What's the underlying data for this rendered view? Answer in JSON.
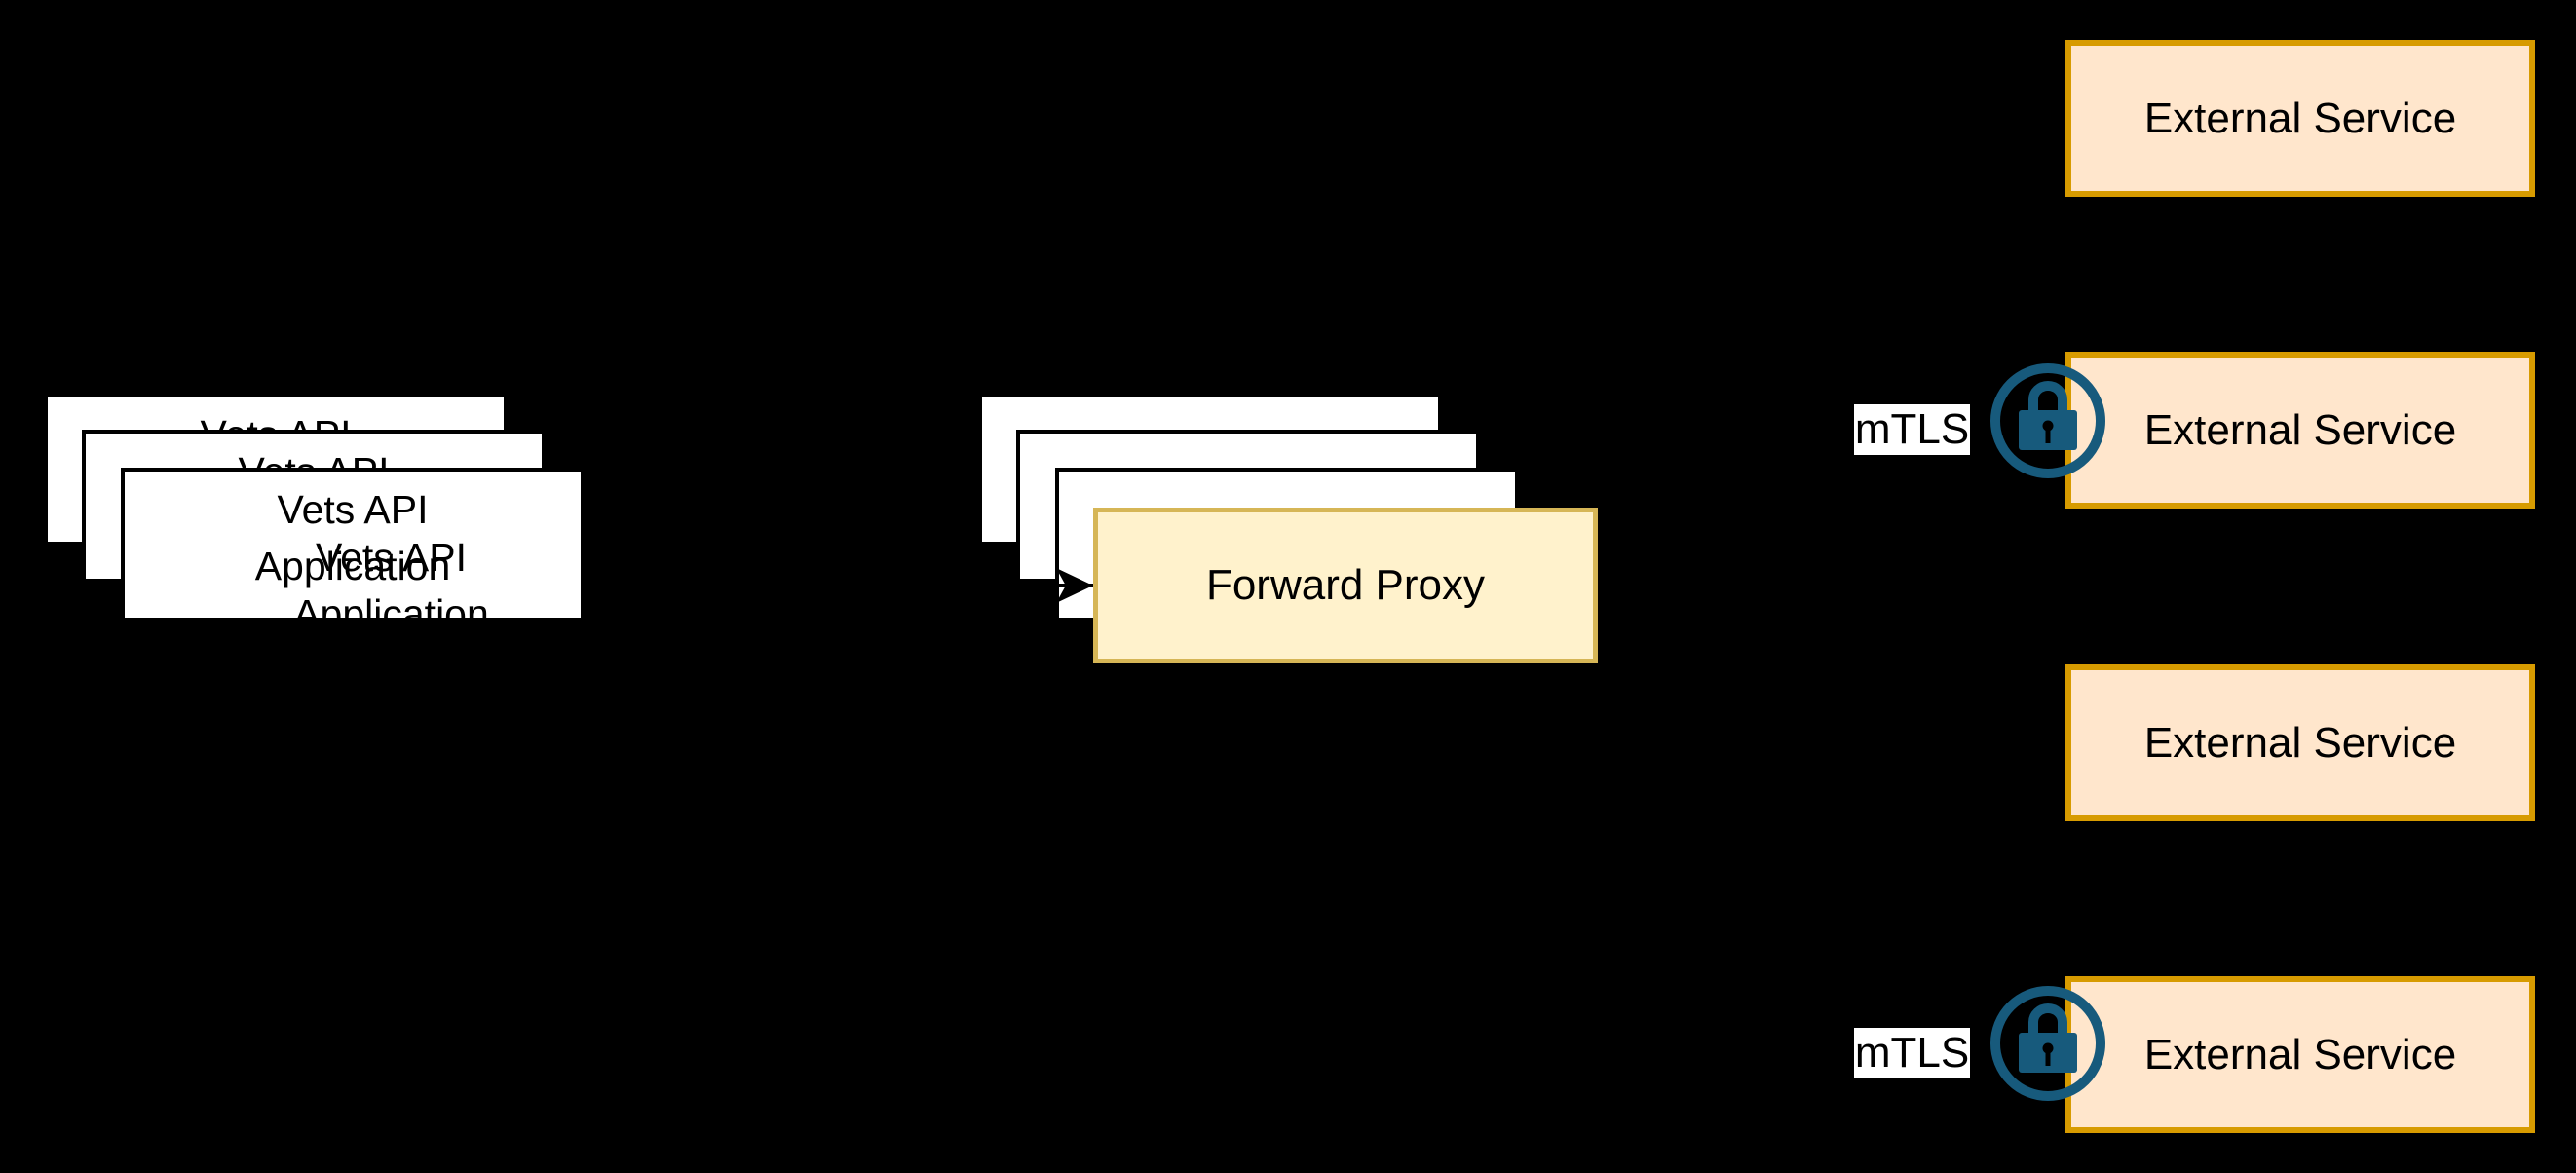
{
  "diagram": {
    "type": "architecture-diagram",
    "background": "#000000"
  },
  "stacks": {
    "vets": {
      "lines": [
        "Vets API",
        "Application"
      ],
      "replica_count": 3
    },
    "proxy": {
      "label": "Forward Proxy",
      "replica_count": 3
    }
  },
  "connector": {
    "from": "Vets API Application",
    "to": "Forward Proxy",
    "style": "black-arrow"
  },
  "external_services": [
    {
      "label": "External Service",
      "mtls": false
    },
    {
      "label": "External Service",
      "mtls": true
    },
    {
      "label": "External Service",
      "mtls": false
    },
    {
      "label": "External Service",
      "mtls": true
    }
  ],
  "badges": {
    "mtls_label": "mTLS"
  },
  "icons": {
    "lock": "lock-icon"
  },
  "colors": {
    "bg": "#000000",
    "box-white": "#ffffff",
    "box-border-dark": "#000000",
    "green-fill": "#d5e8d4",
    "green-stroke": "#82b366",
    "yellow-fill": "#fff2cc",
    "yellow-stroke": "#d6b656",
    "orange-fill": "#ffe6cc",
    "orange-stroke": "#d79b00",
    "lock-color": "#175a7c",
    "keyhole-color": "#000000",
    "text-color": "#000000",
    "label-bg": "#ffffff",
    "arrow-color": "#000000"
  }
}
